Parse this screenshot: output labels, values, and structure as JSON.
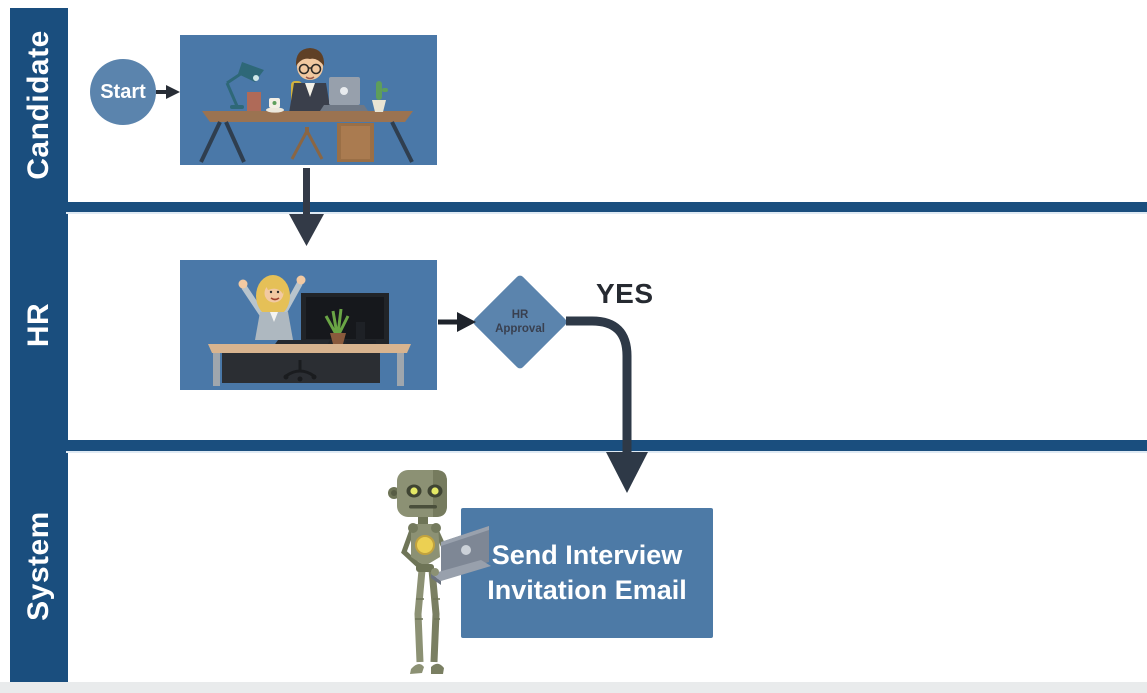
{
  "diagram": {
    "type": "swimlane-flowchart",
    "lanes": [
      {
        "label": "Candidate"
      },
      {
        "label": "HR"
      },
      {
        "label": "System"
      }
    ],
    "nodes": {
      "start": {
        "shape": "circle",
        "label": "Start"
      },
      "candidate_step": {
        "shape": "image",
        "illustration": "man-working-at-desk-with-laptop"
      },
      "hr_step": {
        "shape": "image",
        "illustration": "woman-celebrating-at-desk-with-monitor"
      },
      "decision": {
        "shape": "diamond",
        "label": "HR Approval",
        "label_line1": "HR",
        "label_line2": "Approval"
      },
      "system_step": {
        "shape": "rectangle",
        "label": "Send Interview Invitation Email",
        "label_line1": "Send Interview",
        "label_line2": "Invitation Email",
        "illustration": "robot-holding-laptop"
      }
    },
    "edges": [
      {
        "from": "start",
        "to": "candidate_step",
        "label": ""
      },
      {
        "from": "candidate_step",
        "to": "hr_step",
        "label": ""
      },
      {
        "from": "hr_step",
        "to": "decision",
        "label": ""
      },
      {
        "from": "decision",
        "to": "system_step",
        "label": "YES"
      }
    ],
    "yes_label": "YES",
    "colors": {
      "lane_bar": "#1A4E7E",
      "node_fill": "#5B84AD",
      "scene_background": "#4A78A8",
      "task_box_fill": "#4D7AA6",
      "connector_dark": "#2E3947",
      "decision_text": "#394050",
      "yes_text": "#262A31",
      "text_on_blue": "#FFFFFF"
    }
  }
}
